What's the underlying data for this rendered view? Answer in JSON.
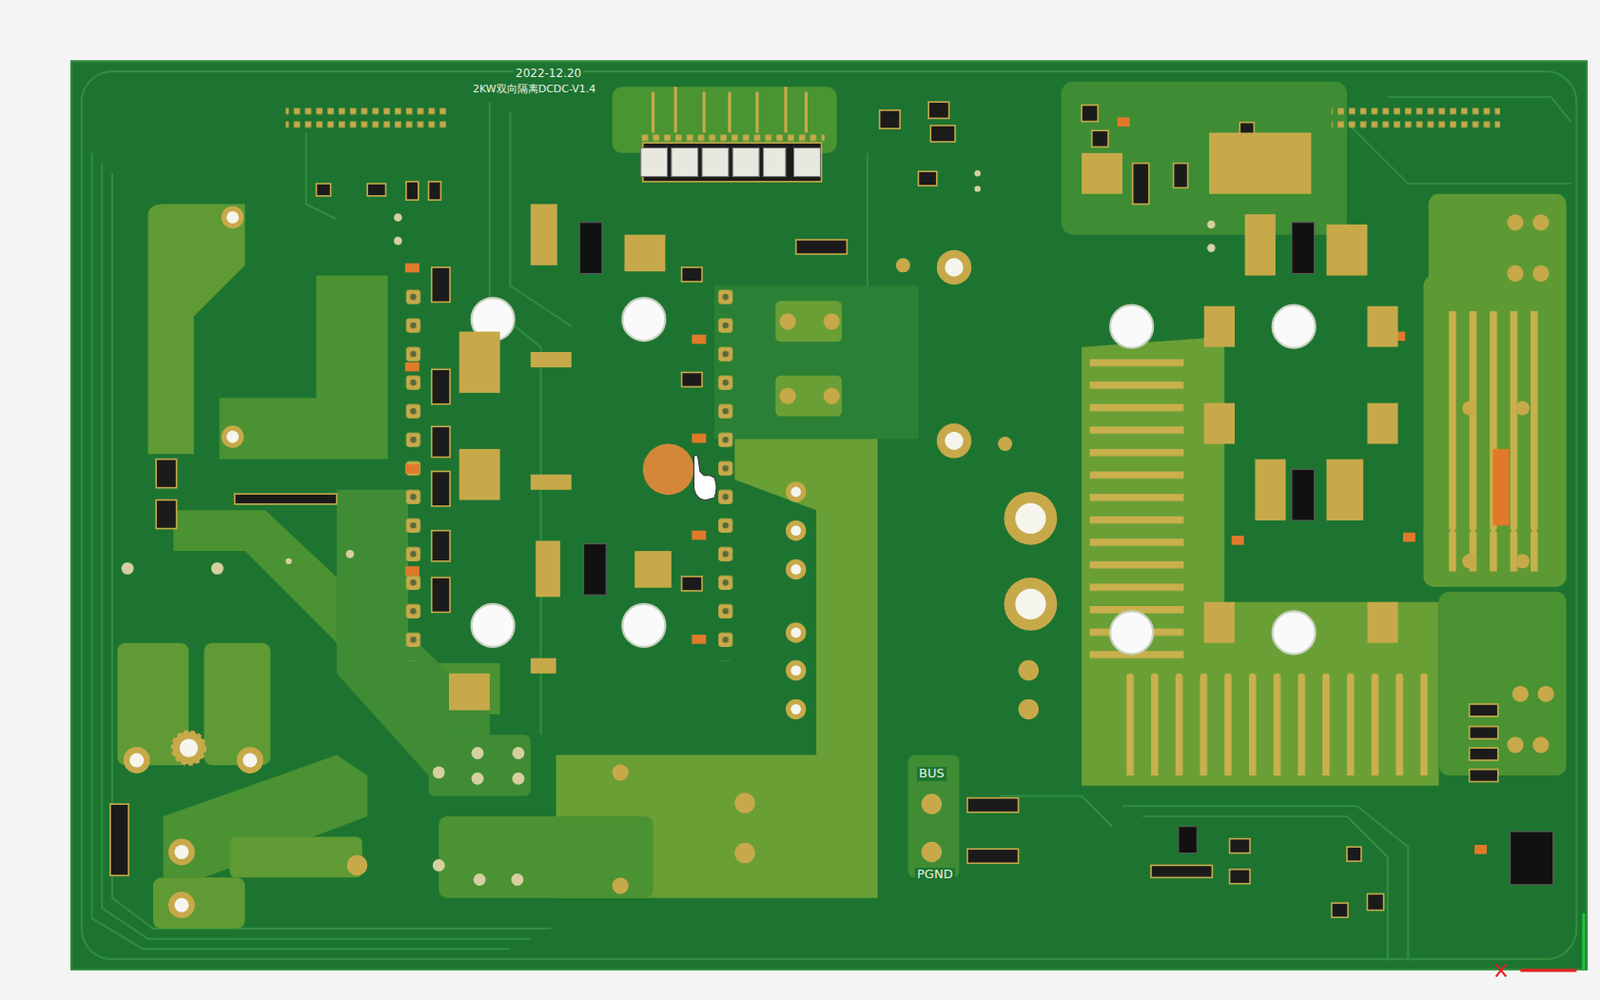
{
  "diagram": {
    "labels": [
      "2022-12.20",
      "2KW双向隔离DCDC-V1.4",
      "BUS",
      "PGND"
    ]
  }
}
